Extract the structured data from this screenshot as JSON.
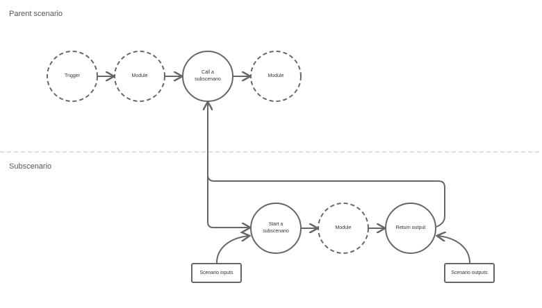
{
  "sections": {
    "parent_title": "Parent scenario",
    "sub_title": "Subscenario"
  },
  "parent": {
    "trigger": "Trigger",
    "module1": "Module",
    "call": "Call a\nsubscenario",
    "module2": "Module"
  },
  "sub": {
    "start": "Start a\nsubscenario",
    "module": "Module",
    "return": "Return output",
    "inputs": "Scenario inputs",
    "outputs": "Scenario outputs"
  },
  "colors": {
    "stroke": "#666666",
    "divider": "#cccccc",
    "background": "#ffffff"
  }
}
